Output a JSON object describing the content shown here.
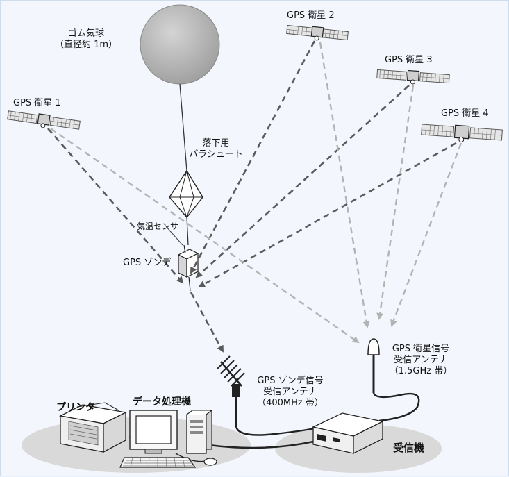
{
  "balloon": {
    "title": "ゴム気球",
    "size": "（直径約 1m）"
  },
  "parachute": {
    "line1": "落下用",
    "line2": "パラシュート"
  },
  "sensor": {
    "label": "気温センサ"
  },
  "sonde": {
    "label": "GPS ゾンデ"
  },
  "satellites": [
    {
      "label": "GPS 衛星 1"
    },
    {
      "label": "GPS 衛星 2"
    },
    {
      "label": "GPS 衛星 3"
    },
    {
      "label": "GPS 衛星 4"
    }
  ],
  "sonde_antenna": {
    "line1": "GPS ゾンデ信号",
    "line2": "受信アンテナ",
    "line3": "（400MHz 帯）"
  },
  "gps_antenna": {
    "line1": "GPS 衛星信号",
    "line2": "受信アンテナ",
    "line3": "（1.5GHz 帯）"
  },
  "equipment": {
    "printer": "プリンタ",
    "computer": "データ処理機",
    "receiver": "受信機"
  },
  "colors": {
    "dark_arrow": "#5a5a5a",
    "light_arrow": "#b3b3b3",
    "balloon": "#b8b8b8",
    "ground": "#d9d9d9"
  }
}
